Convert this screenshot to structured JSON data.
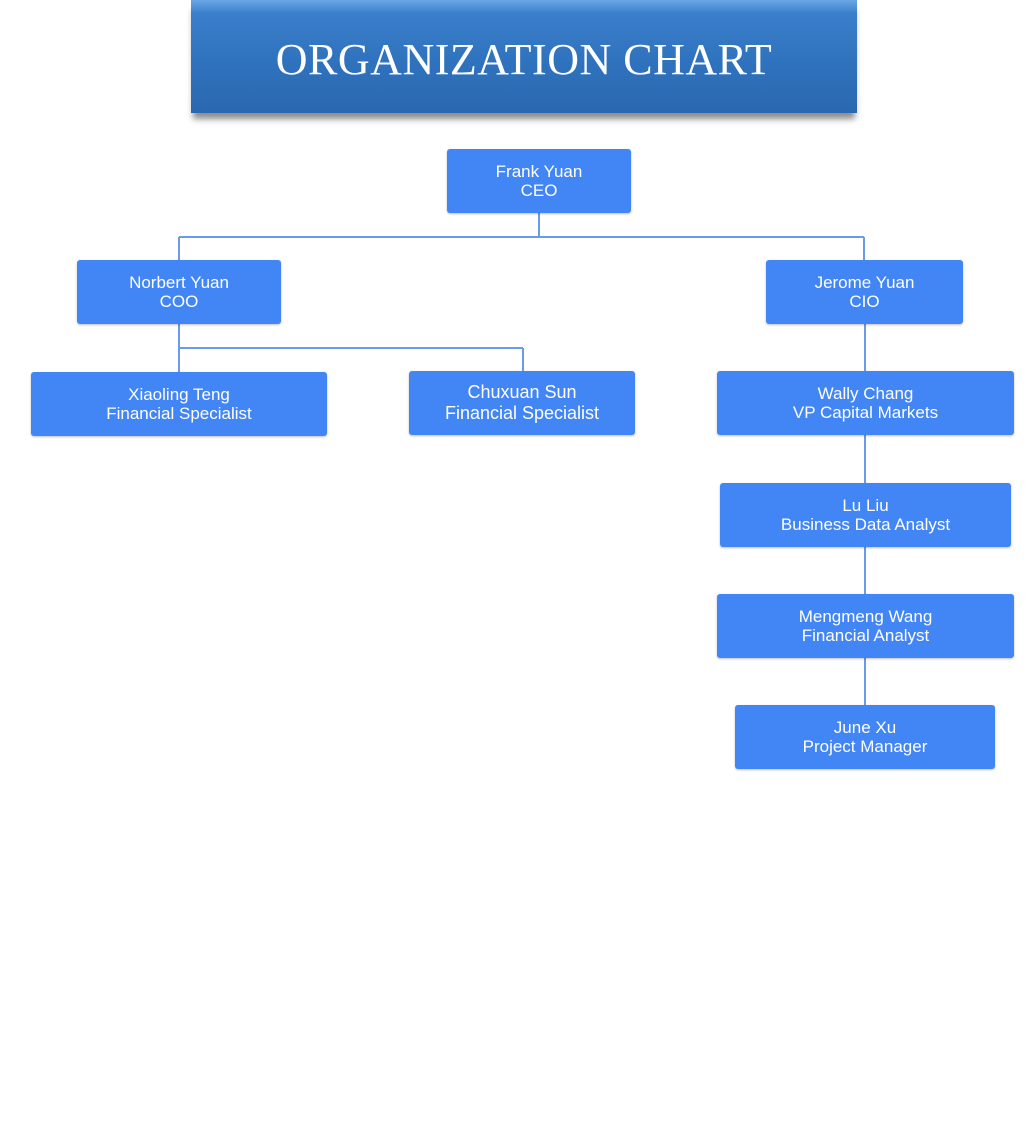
{
  "header": {
    "title": "ORGANIZATION CHART"
  },
  "colors": {
    "node": "#4285f4",
    "connector": "#6a9bea",
    "banner": "#2f72bd"
  },
  "nodes": [
    {
      "id": "ceo",
      "name": "Frank Yuan",
      "title": "CEO"
    },
    {
      "id": "coo",
      "name": "Norbert Yuan",
      "title": "COO"
    },
    {
      "id": "cio",
      "name": "Jerome Yuan",
      "title": "CIO"
    },
    {
      "id": "fs1",
      "name": "Xiaoling Teng",
      "title": "Financial Specialist"
    },
    {
      "id": "fs2",
      "name": "Chuxuan Sun",
      "title": "Financial Specialist"
    },
    {
      "id": "vp",
      "name": "Wally Chang",
      "title": "VP Capital Markets"
    },
    {
      "id": "bda",
      "name": "Lu Liu",
      "title": "Business Data Analyst"
    },
    {
      "id": "fa",
      "name": "Mengmeng Wang",
      "title": "Financial Analyst"
    },
    {
      "id": "pm",
      "name": "June Xu",
      "title": "Project Manager"
    }
  ]
}
